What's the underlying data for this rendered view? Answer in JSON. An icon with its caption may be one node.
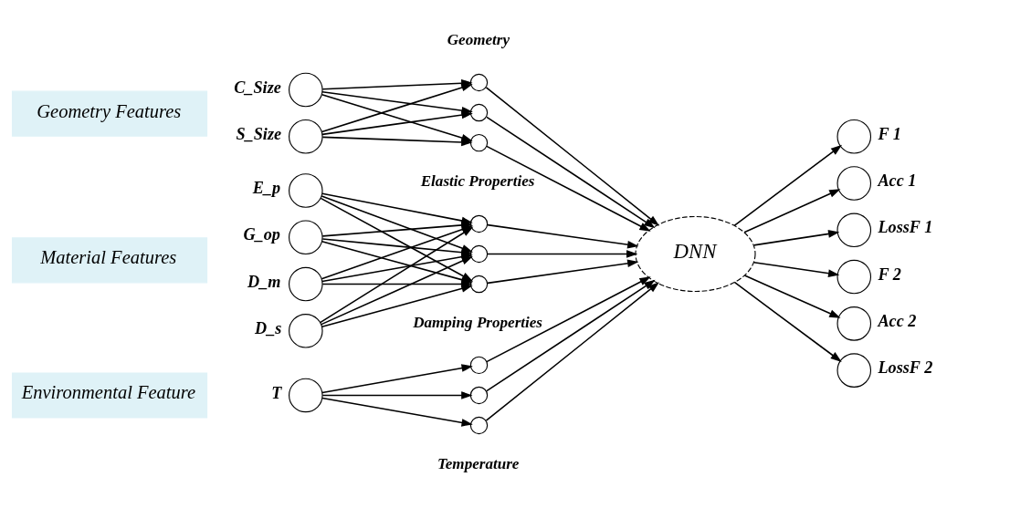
{
  "diagram": {
    "nodes": [
      {
        "text": [
          "Geometry Features"
        ]
      },
      {
        "text": [
          "Material Features"
        ]
      },
      {
        "text": [
          "Environmental Feature"
        ]
      },
      {
        "text": [],
        "shape": "circle",
        "beside": [
          "C_Size"
        ]
      },
      {
        "text": [],
        "shape": "circle",
        "beside": [
          "S_Size"
        ]
      },
      {
        "text": [],
        "shape": "circle",
        "beside": [
          "E_p"
        ]
      },
      {
        "text": [],
        "shape": "circle",
        "beside": [
          "G_op"
        ]
      },
      {
        "text": [],
        "shape": "circle",
        "beside": [
          "D_m"
        ]
      },
      {
        "text": [],
        "shape": "circle",
        "beside": [
          "D_s"
        ]
      },
      {
        "text": [],
        "shape": "circle",
        "beside": [
          "T"
        ]
      },
      {
        "text": [],
        "shape": "circle"
      },
      {
        "text": [],
        "shape": "circle"
      },
      {
        "text": [],
        "shape": "circle"
      },
      {
        "text": [],
        "shape": "circle"
      },
      {
        "text": [],
        "shape": "circle"
      },
      {
        "text": [],
        "shape": "circle"
      },
      {
        "text": [],
        "shape": "circle"
      },
      {
        "text": [],
        "shape": "circle"
      },
      {
        "text": [],
        "shape": "circle"
      },
      {
        "text": [
          "DNN"
        ]
      },
      {
        "text": [],
        "shape": "circle",
        "beside": [
          "F 1"
        ]
      },
      {
        "text": [],
        "shape": "circle",
        "beside": [
          "Acc 1"
        ]
      },
      {
        "text": [],
        "shape": "circle",
        "beside": [
          "LossF 1"
        ]
      },
      {
        "text": [],
        "shape": "circle",
        "beside": [
          "F 2"
        ]
      },
      {
        "text": [],
        "shape": "circle",
        "beside": [
          "Acc 2"
        ]
      },
      {
        "text": [],
        "shape": "circle",
        "beside": [
          "LossF 2"
        ]
      }
    ],
    "edges": [
      {
        "from": 3,
        "to": 10,
        "arrow": "to"
      },
      {
        "from": 3,
        "to": 11,
        "arrow": "to"
      },
      {
        "from": 3,
        "to": 12,
        "arrow": "to"
      },
      {
        "from": 4,
        "to": 10,
        "arrow": "to"
      },
      {
        "from": 4,
        "to": 11,
        "arrow": "to"
      },
      {
        "from": 4,
        "to": 12,
        "arrow": "to"
      },
      {
        "from": 5,
        "to": 13,
        "arrow": "to"
      },
      {
        "from": 5,
        "to": 14,
        "arrow": "to"
      },
      {
        "from": 5,
        "to": 15,
        "arrow": "to"
      },
      {
        "from": 6,
        "to": 13,
        "arrow": "to"
      },
      {
        "from": 6,
        "to": 14,
        "arrow": "to"
      },
      {
        "from": 6,
        "to": 15,
        "arrow": "to"
      },
      {
        "from": 7,
        "to": 13,
        "arrow": "to"
      },
      {
        "from": 7,
        "to": 14,
        "arrow": "to"
      },
      {
        "from": 7,
        "to": 15,
        "arrow": "to"
      },
      {
        "from": 8,
        "to": 13,
        "arrow": "to"
      },
      {
        "from": 8,
        "to": 14,
        "arrow": "to"
      },
      {
        "from": 8,
        "to": 15,
        "arrow": "to"
      },
      {
        "from": 9,
        "to": 16,
        "arrow": "to"
      },
      {
        "from": 9,
        "to": 17,
        "arrow": "to"
      },
      {
        "from": 9,
        "to": 18,
        "arrow": "to"
      },
      {
        "from": 10,
        "to": 19,
        "arrow": "to"
      },
      {
        "from": 11,
        "to": 19,
        "arrow": "to"
      },
      {
        "from": 12,
        "to": 19,
        "arrow": "to"
      },
      {
        "from": 13,
        "to": 19,
        "arrow": "to"
      },
      {
        "from": 14,
        "to": 19,
        "arrow": "to"
      },
      {
        "from": 15,
        "to": 19,
        "arrow": "to"
      },
      {
        "from": 16,
        "to": 19,
        "arrow": "to"
      },
      {
        "from": 17,
        "to": 19,
        "arrow": "to"
      },
      {
        "from": 18,
        "to": 19,
        "arrow": "to"
      },
      {
        "from": 19,
        "to": 20,
        "arrow": "to"
      },
      {
        "from": 19,
        "to": 21,
        "arrow": "to"
      },
      {
        "from": 19,
        "to": 22,
        "arrow": "to"
      },
      {
        "from": 19,
        "to": 23,
        "arrow": "to"
      },
      {
        "from": 19,
        "to": 24,
        "arrow": "to"
      },
      {
        "from": 19,
        "to": 25,
        "arrow": "to"
      }
    ],
    "labels": [
      "Geometry",
      "Elastic Properties",
      "Damping Properties",
      "Temperature"
    ]
  }
}
